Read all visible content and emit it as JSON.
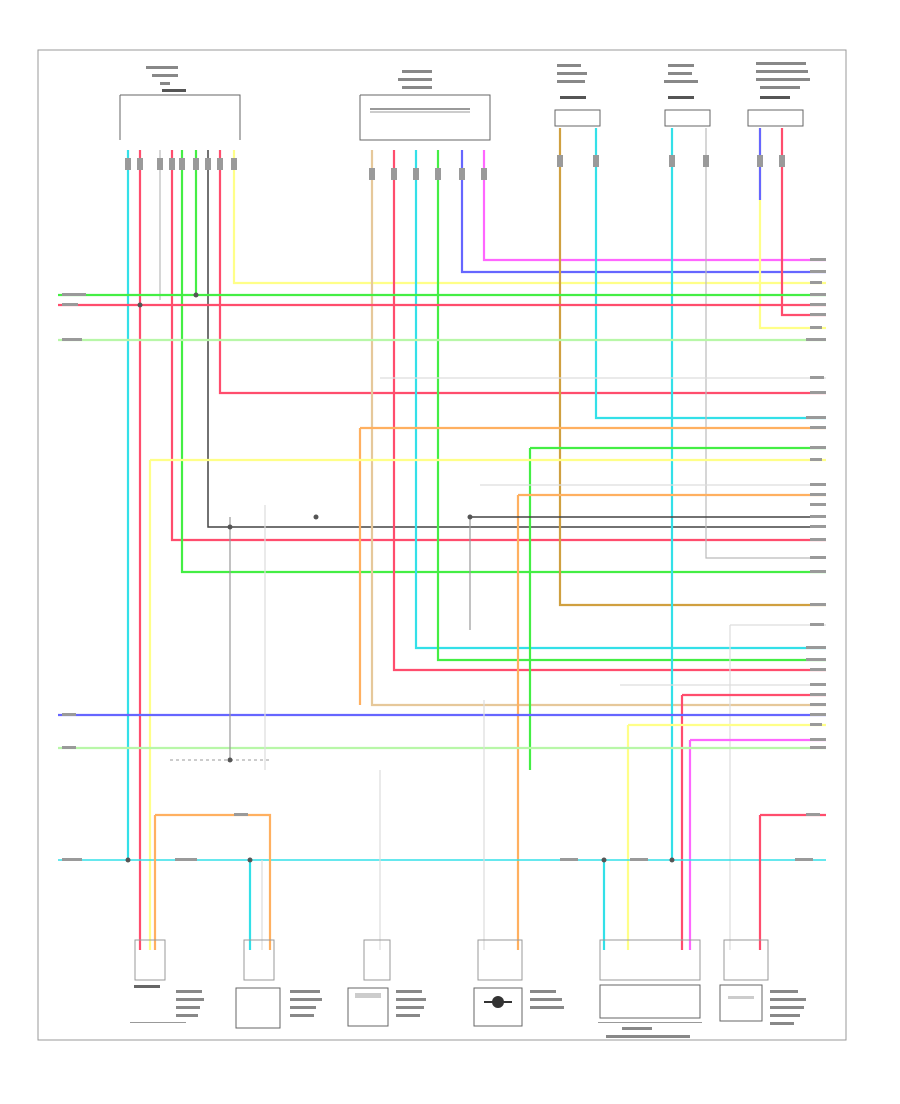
{
  "diagram": {
    "footer_code": "",
    "colors": {
      "lt_blu": "#33e0e8",
      "red": "#ff4d6d",
      "grn": "#44ee44",
      "lt_grn": "#b8f7a8",
      "yel": "#ffff88",
      "blu": "#6666ff",
      "pnk": "#ff66ff",
      "org": "#ffb060",
      "tan": "#e6c89a",
      "blk": "#444444",
      "gry": "#cccccc",
      "wht": "#dddddd",
      "brn": "#d0a040"
    },
    "components": [
      {
        "id": "left-module"
      },
      {
        "id": "center-module"
      },
      {
        "id": "top-sensor-1"
      },
      {
        "id": "top-sensor-2"
      },
      {
        "id": "top-sensor-3"
      },
      {
        "id": "bottom-sensor-1"
      },
      {
        "id": "bottom-sensor-2"
      },
      {
        "id": "bottom-sensor-3"
      },
      {
        "id": "bottom-sensor-4"
      },
      {
        "id": "bottom-sensor-5"
      },
      {
        "id": "bottom-sensor-6"
      }
    ]
  }
}
